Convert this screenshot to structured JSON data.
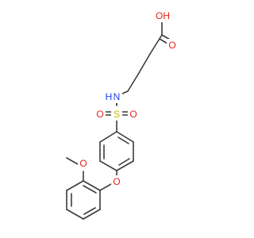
{
  "molecule": {
    "colors": {
      "bond": "#3c3c3c",
      "oxygen": "#e8201c",
      "nitrogen": "#2040f0",
      "sulfur": "#c8b400"
    },
    "labels": {
      "carboxyl_oh": "OH",
      "carboxyl_o": "O",
      "amide_n": "N",
      "amide_h": "H",
      "sulfonyl_s": "S",
      "sulfonyl_o_left": "O",
      "sulfonyl_o_right": "O",
      "ether_o": "O",
      "methoxy_o": "O"
    }
  }
}
